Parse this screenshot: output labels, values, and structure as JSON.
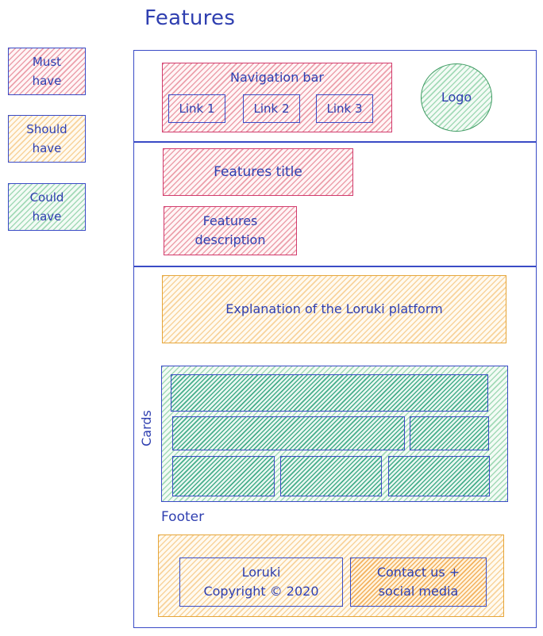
{
  "title": "Features",
  "legend": [
    {
      "line1": "Must",
      "line2": "have",
      "color": "#d23c6e"
    },
    {
      "line1": "Should",
      "line2": "have",
      "color": "#e6a63a"
    },
    {
      "line1": "Could",
      "line2": "have",
      "color": "#3d9a61"
    }
  ],
  "nav": {
    "label": "Navigation bar",
    "links": [
      "Link 1",
      "Link 2",
      "Link 3"
    ],
    "logo": "Logo"
  },
  "features": {
    "title": "Features title",
    "description_line1": "Features",
    "description_line2": "description"
  },
  "explanation": "Explanation of the Loruki platform",
  "cards_label": "Cards",
  "footer": {
    "label": "Footer",
    "brand_line1": "Loruki",
    "brand_line2": "Copyright © 2020",
    "contact_line1": "Contact us +",
    "contact_line2": "social media"
  }
}
